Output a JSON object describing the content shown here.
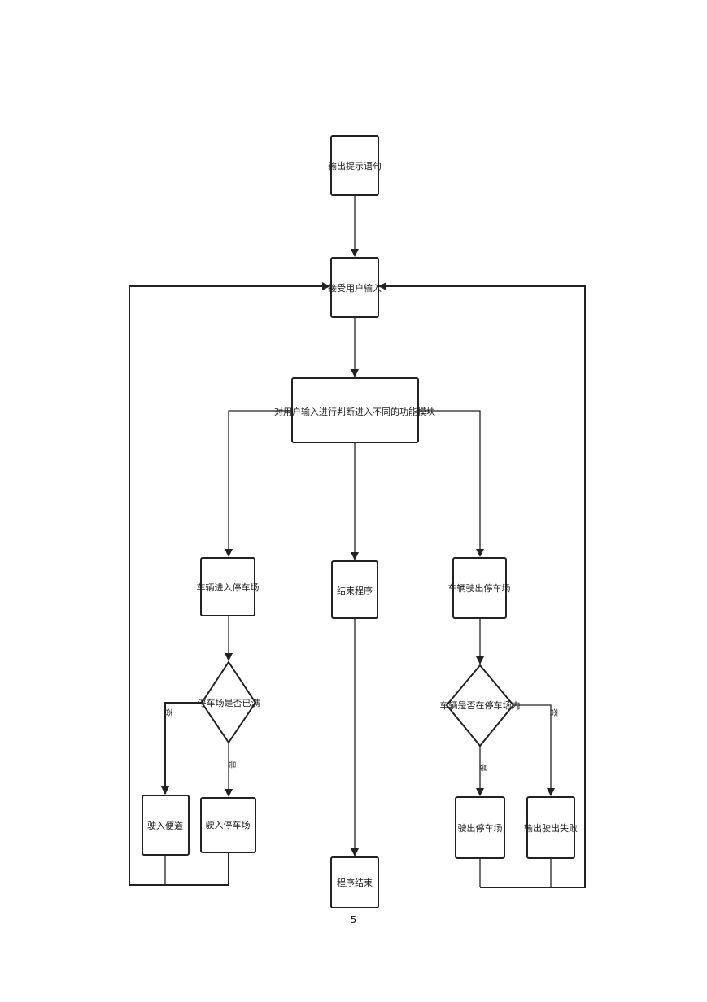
{
  "flowchart": {
    "nodes": {
      "output_prompt": "输出提示语句",
      "receive_input": "接受用户输入",
      "judge_input": "对用户输入进行判断进入不同的功能模块",
      "vehicle_enter": "车辆进入停车场",
      "end_program": "结束程序",
      "vehicle_exit": "车辆驶出停车场",
      "lot_full_q": "停车场是否已满",
      "in_lot_q": "车辆是否在停车场内",
      "enter_lane": "驶入便道",
      "enter_lot": "驶入停车场",
      "exit_lot": "驶出停车场",
      "exit_failed": "输出驶出失败",
      "program_end": "程序结束"
    },
    "branch_labels": {
      "full_yes": "否",
      "full_no": "是",
      "inlot_yes": "是",
      "inlot_no": "否"
    }
  },
  "page_number": "5"
}
